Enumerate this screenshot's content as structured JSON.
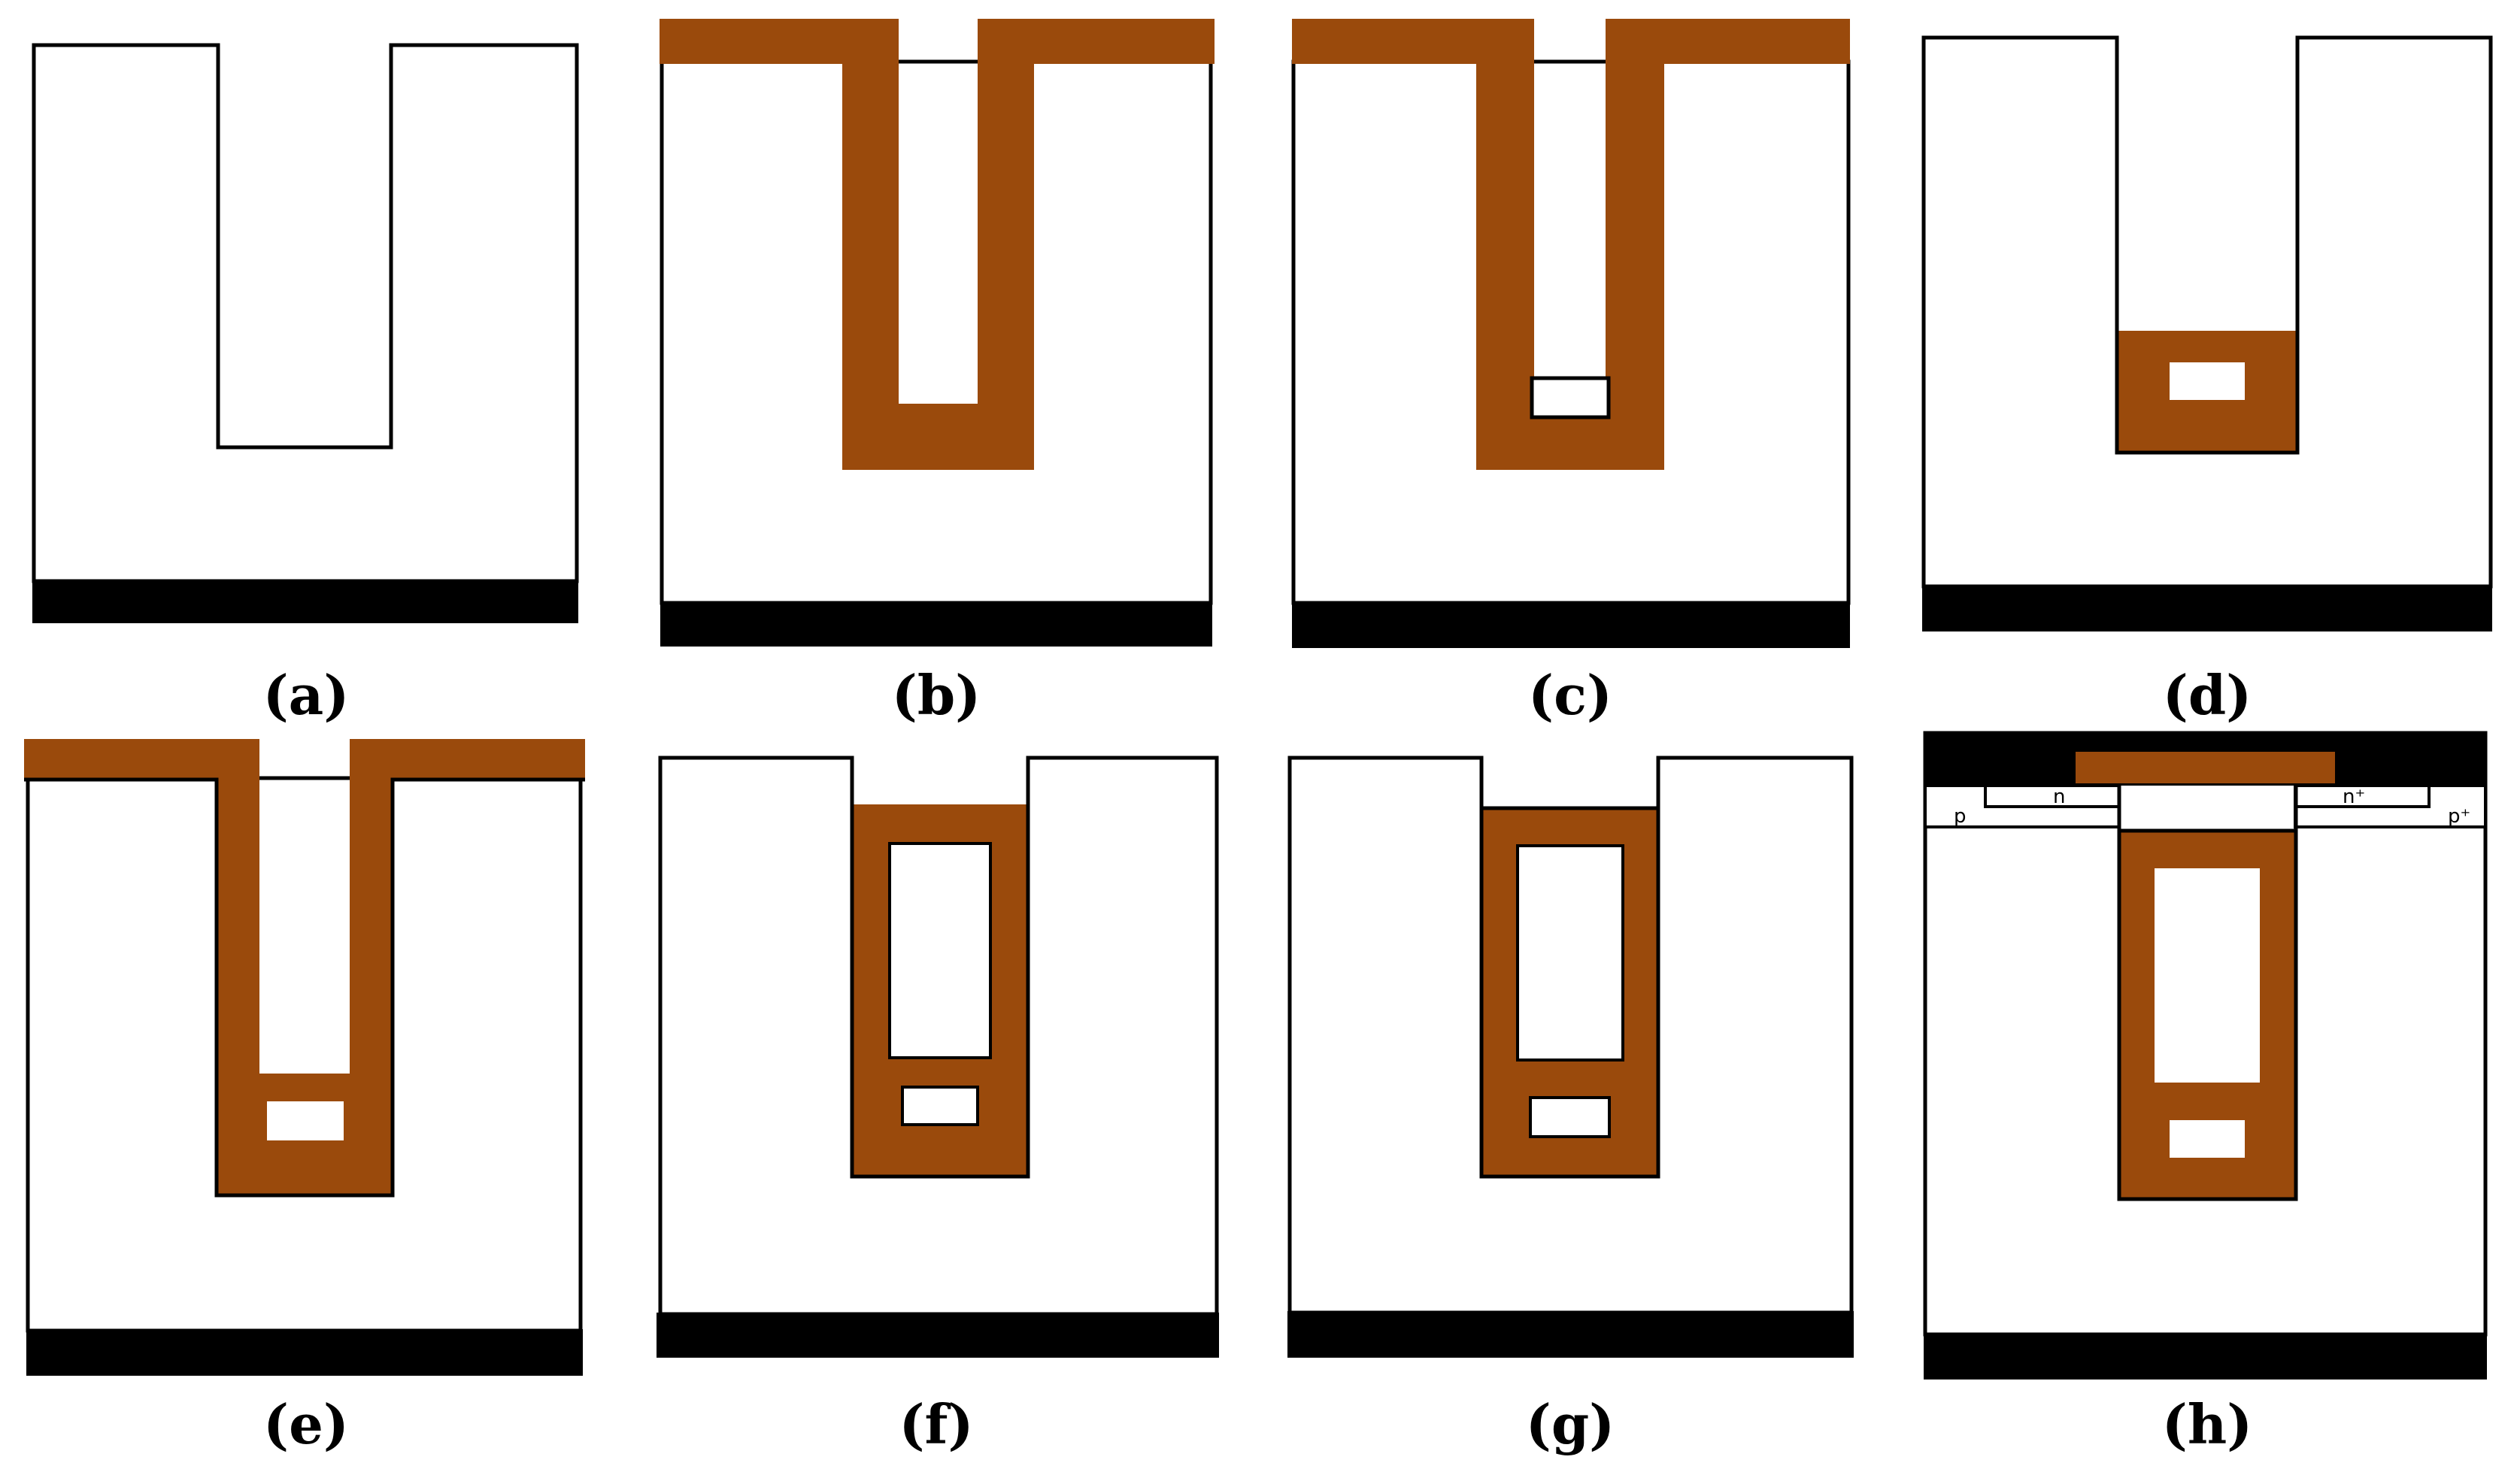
{
  "colors": {
    "layer": "#9a4a0c",
    "substrate_line": "#000000",
    "metal": "#000000",
    "background": "#ffffff"
  },
  "panels": [
    {
      "id": "a",
      "label": "(a)"
    },
    {
      "id": "b",
      "label": "(b)"
    },
    {
      "id": "c",
      "label": "(c)"
    },
    {
      "id": "d",
      "label": "(d)"
    },
    {
      "id": "e",
      "label": "(e)"
    },
    {
      "id": "f",
      "label": "(f)"
    },
    {
      "id": "g",
      "label": "(g)"
    },
    {
      "id": "h",
      "label": "(h)"
    }
  ],
  "panel_h_regions": {
    "left_p": "p",
    "left_n": "n",
    "right_n": "n⁺",
    "right_p": "p⁺"
  }
}
